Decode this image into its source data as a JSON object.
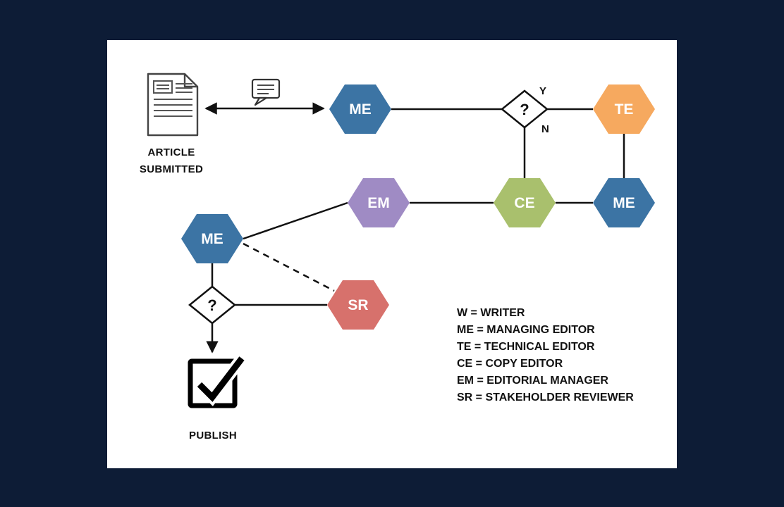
{
  "colors": {
    "page_bg": "#0d1c36",
    "canvas_bg": "#ffffff",
    "node_me": "#3c74a4",
    "node_te": "#f6a95f",
    "node_ce": "#a9c06d",
    "node_em": "#9f8bc4",
    "node_sr": "#d7716c",
    "line": "#111111"
  },
  "article": {
    "line1": "ARTICLE",
    "line2": "SUBMITTED"
  },
  "nodes": {
    "me1": "ME",
    "te": "TE",
    "ce": "CE",
    "me2": "ME",
    "em": "EM",
    "me3": "ME",
    "sr": "SR"
  },
  "decisions": {
    "d1": {
      "symbol": "?",
      "yes": "Y",
      "no": "N"
    },
    "d2": {
      "symbol": "?"
    }
  },
  "publish": {
    "label": "PUBLISH"
  },
  "legend": {
    "items": [
      "W = WRITER",
      "ME = MANAGING EDITOR",
      "TE = TECHNICAL EDITOR",
      "CE = COPY EDITOR",
      "EM = EDITORIAL MANAGER",
      "SR = STAKEHOLDER REVIEWER"
    ]
  }
}
